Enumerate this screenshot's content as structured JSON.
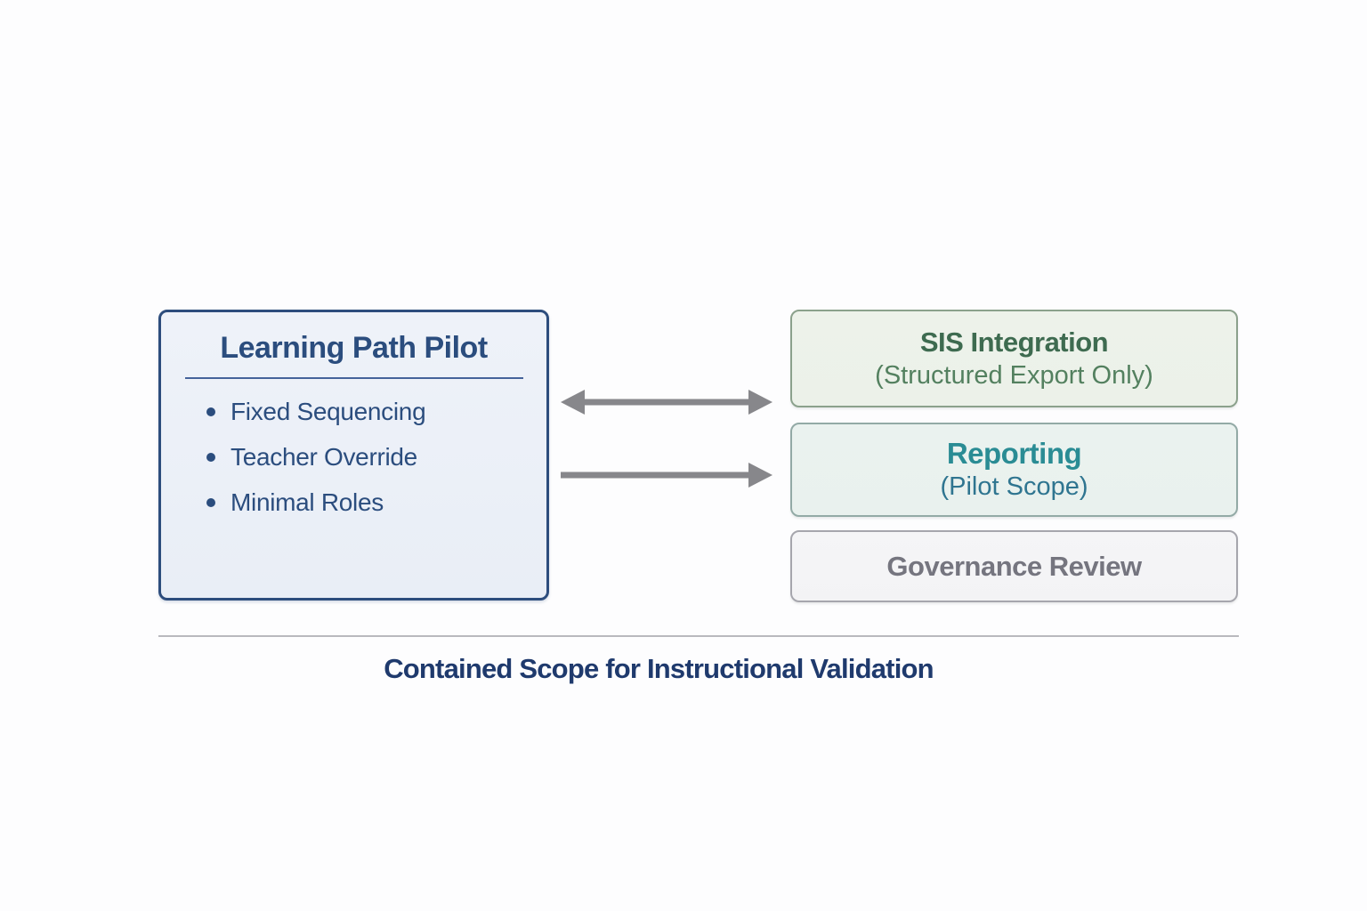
{
  "left_panel": {
    "title": "Learning Path Pilot",
    "items": [
      "Fixed Sequencing",
      "Teacher Override",
      "Minimal Roles"
    ]
  },
  "sis_box": {
    "title": "SIS Integration",
    "subtitle": "(Structured Export Only)"
  },
  "reporting_box": {
    "title": "Reporting",
    "subtitle": "(Pilot Scope)"
  },
  "governance_box": {
    "title": "Governance Review"
  },
  "caption": "Contained Scope for Instructional Validation",
  "connectors": [
    {
      "type": "bidirectional",
      "from": "Learning Path Pilot",
      "to": "SIS Integration"
    },
    {
      "type": "unidirectional",
      "from": "Learning Path Pilot",
      "to": "Reporting"
    }
  ],
  "colors": {
    "navy": "#2b4d7e",
    "navy-dark": "#1f3a6d",
    "underline": "#45639a",
    "left-box-bg": "#eef2f9",
    "left-box-border": "#2d4d7d",
    "green-title": "#3e6b50",
    "green-sub": "#53805f",
    "green-box-bg": "#ecf1e9",
    "green-box-border": "#8ba18c",
    "teal-title": "#2a8c94",
    "teal-sub": "#2f7590",
    "teal-box-bg": "#e9f1ee",
    "teal-box-border": "#93aaa6",
    "gray-text": "#75757f",
    "gray-box-bg": "#f3f3f5",
    "gray-box-border": "#a6a6ad",
    "arrow": "#87878b",
    "divider": "#b9b9be"
  }
}
